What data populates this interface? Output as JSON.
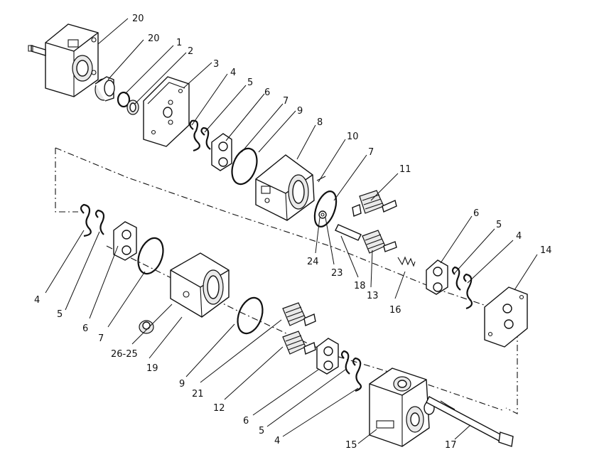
{
  "callouts": [
    {
      "id": "c20a",
      "text": "20"
    },
    {
      "id": "c20b",
      "text": "20"
    },
    {
      "id": "c1",
      "text": "1"
    },
    {
      "id": "c2",
      "text": "2"
    },
    {
      "id": "c3",
      "text": "3"
    },
    {
      "id": "c4a",
      "text": "4"
    },
    {
      "id": "c5a",
      "text": "5"
    },
    {
      "id": "c6a",
      "text": "6"
    },
    {
      "id": "c7a",
      "text": "7"
    },
    {
      "id": "c9a",
      "text": "9"
    },
    {
      "id": "c8",
      "text": "8"
    },
    {
      "id": "c10",
      "text": "10"
    },
    {
      "id": "c7b",
      "text": "7"
    },
    {
      "id": "c11",
      "text": "11"
    },
    {
      "id": "c6b",
      "text": "6"
    },
    {
      "id": "c5b",
      "text": "5"
    },
    {
      "id": "c4b",
      "text": "4"
    },
    {
      "id": "c14",
      "text": "14"
    },
    {
      "id": "c24",
      "text": "24"
    },
    {
      "id": "c23",
      "text": "23"
    },
    {
      "id": "c18",
      "text": "18"
    },
    {
      "id": "c13",
      "text": "13"
    },
    {
      "id": "c16",
      "text": "16"
    },
    {
      "id": "c4c",
      "text": "4"
    },
    {
      "id": "c5c",
      "text": "5"
    },
    {
      "id": "c6c",
      "text": "6"
    },
    {
      "id": "c7c",
      "text": "7"
    },
    {
      "id": "c2625",
      "text": "26-25"
    },
    {
      "id": "c19",
      "text": "19"
    },
    {
      "id": "c9b",
      "text": "9"
    },
    {
      "id": "c21",
      "text": "21"
    },
    {
      "id": "c12",
      "text": "12"
    },
    {
      "id": "c6d",
      "text": "6"
    },
    {
      "id": "c5d",
      "text": "5"
    },
    {
      "id": "c4d",
      "text": "4"
    },
    {
      "id": "c15",
      "text": "15"
    },
    {
      "id": "c17",
      "text": "17"
    }
  ]
}
